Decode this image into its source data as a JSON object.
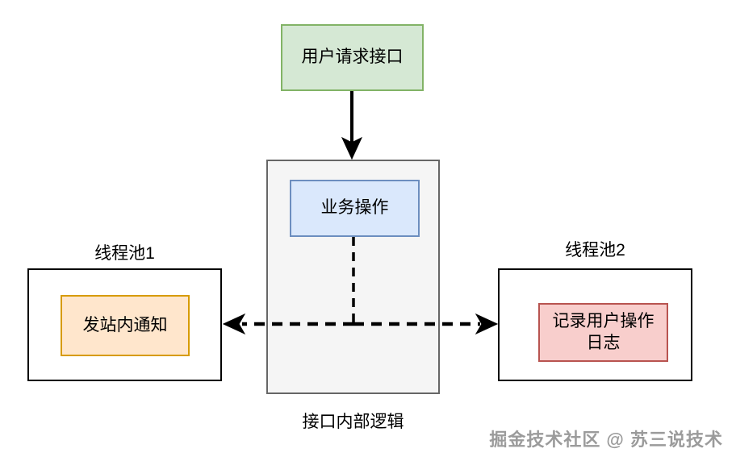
{
  "colors": {
    "canvas_bg": "#ffffff",
    "green_fill": "#d5e8d4",
    "green_stroke": "#82b366",
    "blue_fill": "#dae8fc",
    "blue_stroke": "#6c8ebf",
    "orange_fill": "#ffe6cc",
    "orange_stroke": "#d79b00",
    "red_fill": "#f8cecc",
    "red_stroke": "#b85450",
    "container_fill": "#f5f5f5",
    "container_stroke": "#666666",
    "plain_fill": "#ffffff",
    "plain_stroke": "#000000",
    "arrow_color": "#000000",
    "watermark_color": "#9b9b9b"
  },
  "nodes": {
    "user_request": {
      "label": "用户请求接口"
    },
    "business_operation": {
      "label": "业务操作"
    },
    "send_site_notification": {
      "label": "发站内通知"
    },
    "record_user_log": {
      "label_line1": "记录用户操作",
      "label_line2": "日志"
    }
  },
  "labels": {
    "thread_pool_1": "线程池1",
    "thread_pool_2": "线程池2",
    "interface_internal_logic": "接口内部逻辑"
  },
  "watermark": {
    "text": "掘金技术社区 @ 苏三说技术"
  }
}
